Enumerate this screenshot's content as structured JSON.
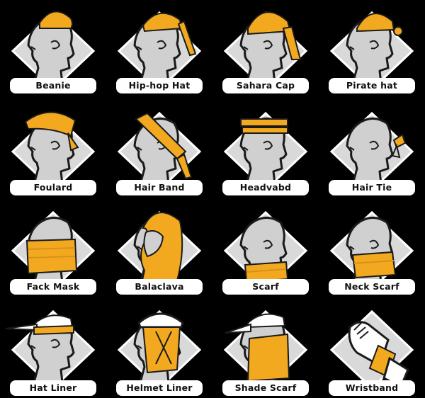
{
  "colors": {
    "background": "#000000",
    "tile": "#d9d9d9",
    "tile_outline": "#ffffff",
    "head": "#d0d0d0",
    "head_outline": "#1a1a1a",
    "accent": "#f2a91f",
    "label_bg": "#ffffff",
    "label_text": "#111111"
  },
  "items": [
    {
      "label": "Beanie",
      "icon": "beanie-icon",
      "style": "beanie"
    },
    {
      "label": "Hip-hop Hat",
      "icon": "hip-hop-hat-icon",
      "style": "hiphop"
    },
    {
      "label": "Sahara Cap",
      "icon": "sahara-cap-icon",
      "style": "sahara"
    },
    {
      "label": "Pirate hat",
      "icon": "pirate-hat-icon",
      "style": "pirate"
    },
    {
      "label": "Foulard",
      "icon": "foulard-icon",
      "style": "foulard"
    },
    {
      "label": "Hair Band",
      "icon": "hair-band-icon",
      "style": "hairband"
    },
    {
      "label": "Headvabd",
      "icon": "headband-icon",
      "style": "headband"
    },
    {
      "label": "Hair Tie",
      "icon": "hair-tie-icon",
      "style": "hairtie"
    },
    {
      "label": "Fack Mask",
      "icon": "face-mask-icon",
      "style": "facemask"
    },
    {
      "label": "Balaclava",
      "icon": "balaclava-icon",
      "style": "balaclava"
    },
    {
      "label": "Scarf",
      "icon": "scarf-icon",
      "style": "scarf"
    },
    {
      "label": "Neck Scarf",
      "icon": "neck-scarf-icon",
      "style": "neckscarf"
    },
    {
      "label": "Hat Liner",
      "icon": "hat-liner-icon",
      "style": "hatliner"
    },
    {
      "label": "Helmet Liner",
      "icon": "helmet-liner-icon",
      "style": "helmet"
    },
    {
      "label": "Shade Scarf",
      "icon": "shade-scarf-icon",
      "style": "shade"
    },
    {
      "label": "Wristband",
      "icon": "wristband-icon",
      "style": "wrist"
    }
  ]
}
